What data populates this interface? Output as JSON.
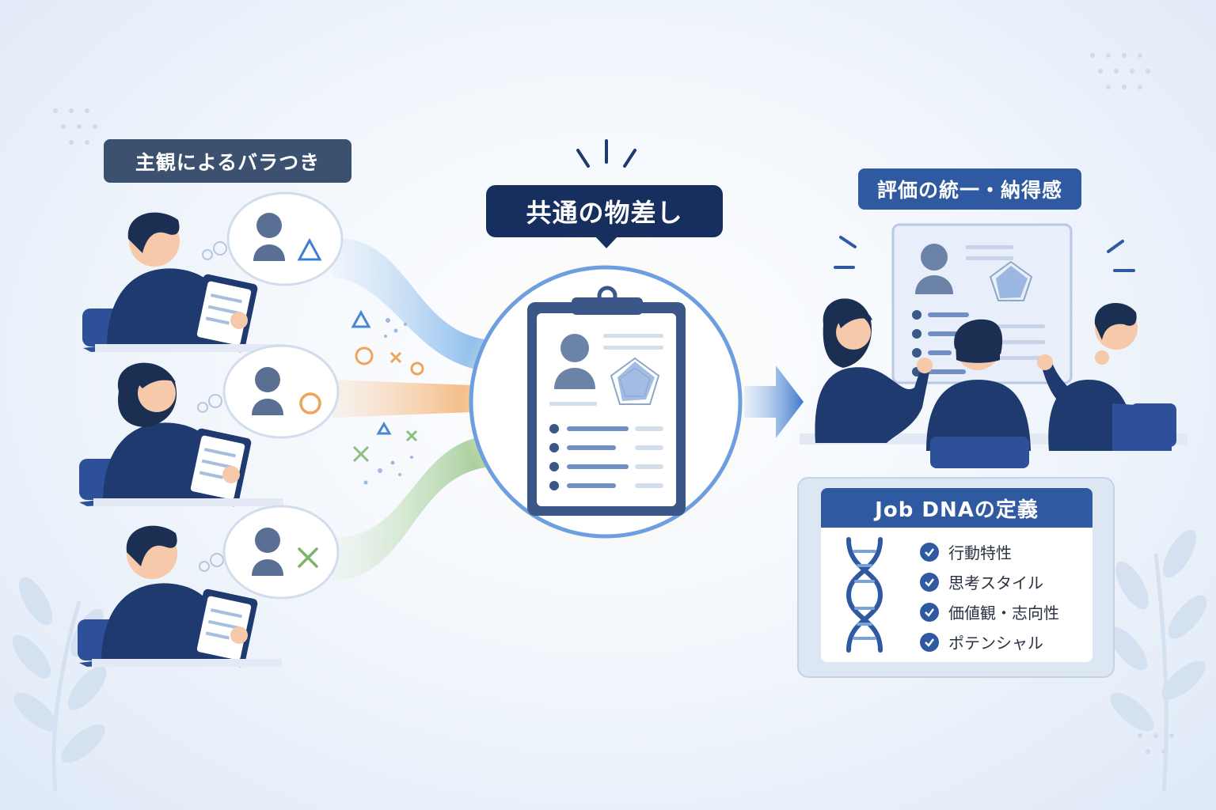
{
  "labels": {
    "left": "主観によるバラつき",
    "center": "共通の物差し",
    "right": "評価の統一・納得感"
  },
  "job_dna": {
    "title": "Job DNAの定義",
    "items": [
      "行動特性",
      "思考スタイル",
      "価値観・志向性",
      "ポテンシャル"
    ]
  },
  "evaluator_marks": [
    "triangle",
    "circle",
    "cross"
  ],
  "colors": {
    "navy": "#1f3a6e",
    "accent_blue": "#2f5aa1",
    "orange": "#f0a35a",
    "green": "#8cc07c",
    "light_blue": "#7fb3e8"
  }
}
